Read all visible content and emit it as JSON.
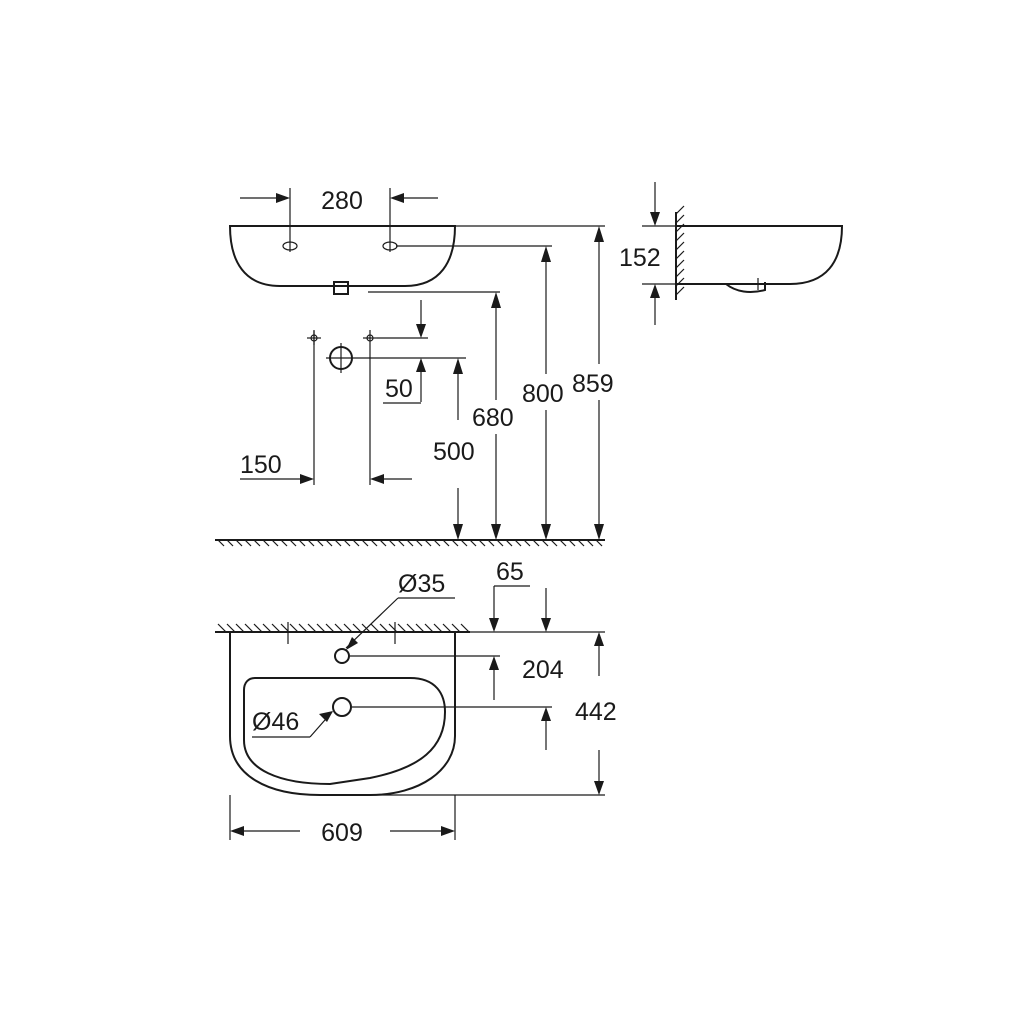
{
  "dimensions": {
    "tap_spacing": "280",
    "basin_depth_side": "152",
    "waste_offset": "50",
    "supply_spacing": "150",
    "waste_height": "500",
    "bottom_height": "680",
    "rim_height": "800",
    "overall_height": "859",
    "tap_hole_diameter": "Ø35",
    "tap_hole_offset": "65",
    "tap_hole_depth": "204",
    "overall_depth": "442",
    "waste_diameter": "Ø46",
    "overall_width": "609"
  }
}
